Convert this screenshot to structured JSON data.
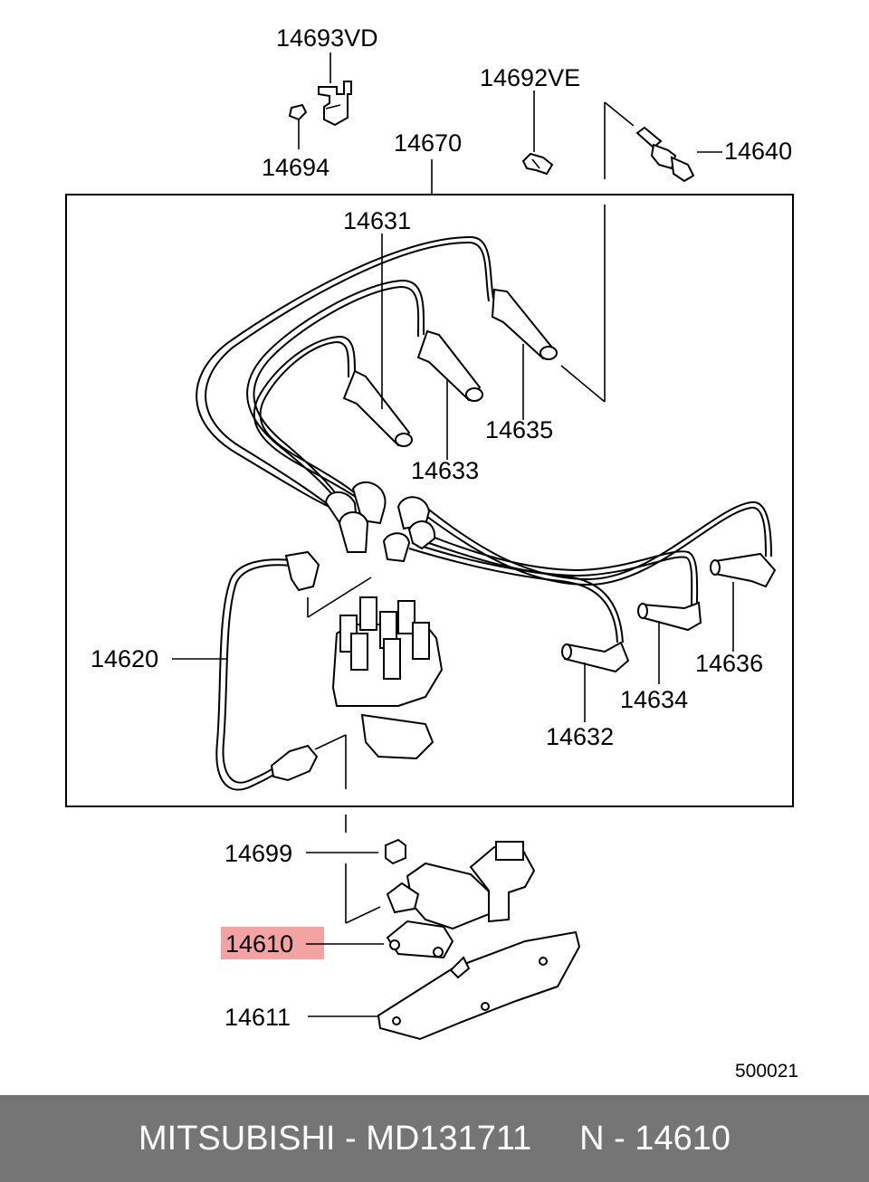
{
  "callouts": {
    "p14693VD": "14693VD",
    "p14694": "14694",
    "p14692VE": "14692VE",
    "p14640": "14640",
    "p14670": "14670",
    "p14631": "14631",
    "p14633": "14633",
    "p14635": "14635",
    "p14620": "14620",
    "p14636": "14636",
    "p14634": "14634",
    "p14632": "14632",
    "p14699": "14699",
    "p14610": "14610",
    "p14611": "14611"
  },
  "highlight": {
    "part": "14610",
    "color": "#f4a3a3"
  },
  "diagram_code": "500021",
  "footer": {
    "brand": "MITSUBISHI",
    "part_number": "MD131711",
    "group": "N - 14610"
  },
  "footer_text": "MITSUBISHI - MD131711     N - 14610"
}
